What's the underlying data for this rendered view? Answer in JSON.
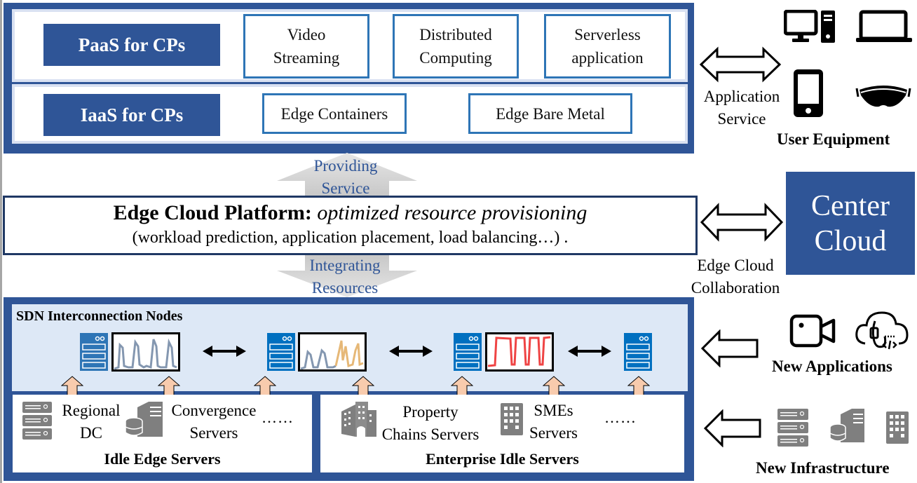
{
  "paas": {
    "label": "PaaS for CPs",
    "services": [
      {
        "line1": "Video",
        "line2": "Streaming"
      },
      {
        "line1": "Distributed",
        "line2": "Computing"
      },
      {
        "line1": "Serverless",
        "line2": "application"
      }
    ]
  },
  "iaas": {
    "label": "IaaS for CPs",
    "services": [
      "Edge Containers",
      "Edge Bare Metal"
    ]
  },
  "flows": {
    "providing": {
      "line1": "Providing",
      "line2": "Service"
    },
    "integrating": {
      "line1": "Integrating",
      "line2": "Resources"
    }
  },
  "platform": {
    "title_bold": "Edge Cloud Platform:",
    "title_italic": " optimized resource provisioning",
    "subtitle": "(workload prediction, application placement, load balancing…) ."
  },
  "user_side": {
    "arrow_label": {
      "line1": "Application",
      "line2": "Service"
    },
    "title": "User Equipment",
    "icons": [
      "desktop-icon",
      "laptop-icon",
      "smartphone-icon",
      "vr-headset-icon"
    ]
  },
  "center_cloud": {
    "line1": "Center",
    "line2": "Cloud",
    "arrow_label": {
      "line1": "Edge Cloud",
      "line2": "Collaboration"
    }
  },
  "sdn": {
    "title": "SDN Interconnection Nodes",
    "nodes": [
      {
        "chart": "gray",
        "chart_color": "#8497b0"
      },
      {
        "chart": "gray-orange",
        "chart_color": "#8497b0",
        "accent_color": "#e6b877"
      },
      {
        "chart": "red",
        "chart_color": "#ef4444"
      },
      {
        "chart": "none"
      }
    ]
  },
  "idle_edge": {
    "title": "Idle Edge Servers",
    "items": [
      {
        "line1": "Regional",
        "line2": "DC"
      },
      {
        "line1": "Convergence",
        "line2": "Servers"
      }
    ],
    "more": "……"
  },
  "enterprise_idle": {
    "title": "Enterprise Idle Servers",
    "items": [
      {
        "line1": "Property",
        "line2": "Chains Servers"
      },
      {
        "line1": "SMEs",
        "line2": "Servers"
      }
    ],
    "more": "……"
  },
  "new_apps": {
    "title": "New Applications",
    "icons": [
      "video-camera-icon",
      "cloud-api-icon"
    ]
  },
  "new_infra": {
    "title": "New Infrastructure",
    "icons": [
      "server-rack-icon",
      "server-database-icon",
      "office-building-icon"
    ]
  },
  "colors": {
    "dark_blue": "#2f5597",
    "light_blue_fill": "#dde8f6",
    "service_border": "#2e75b6",
    "flow_text": "#2f5597",
    "peach_arrow": "#f8cbad",
    "icon_gray": "#7f7f7f",
    "server_blue": "#2e75b6"
  }
}
